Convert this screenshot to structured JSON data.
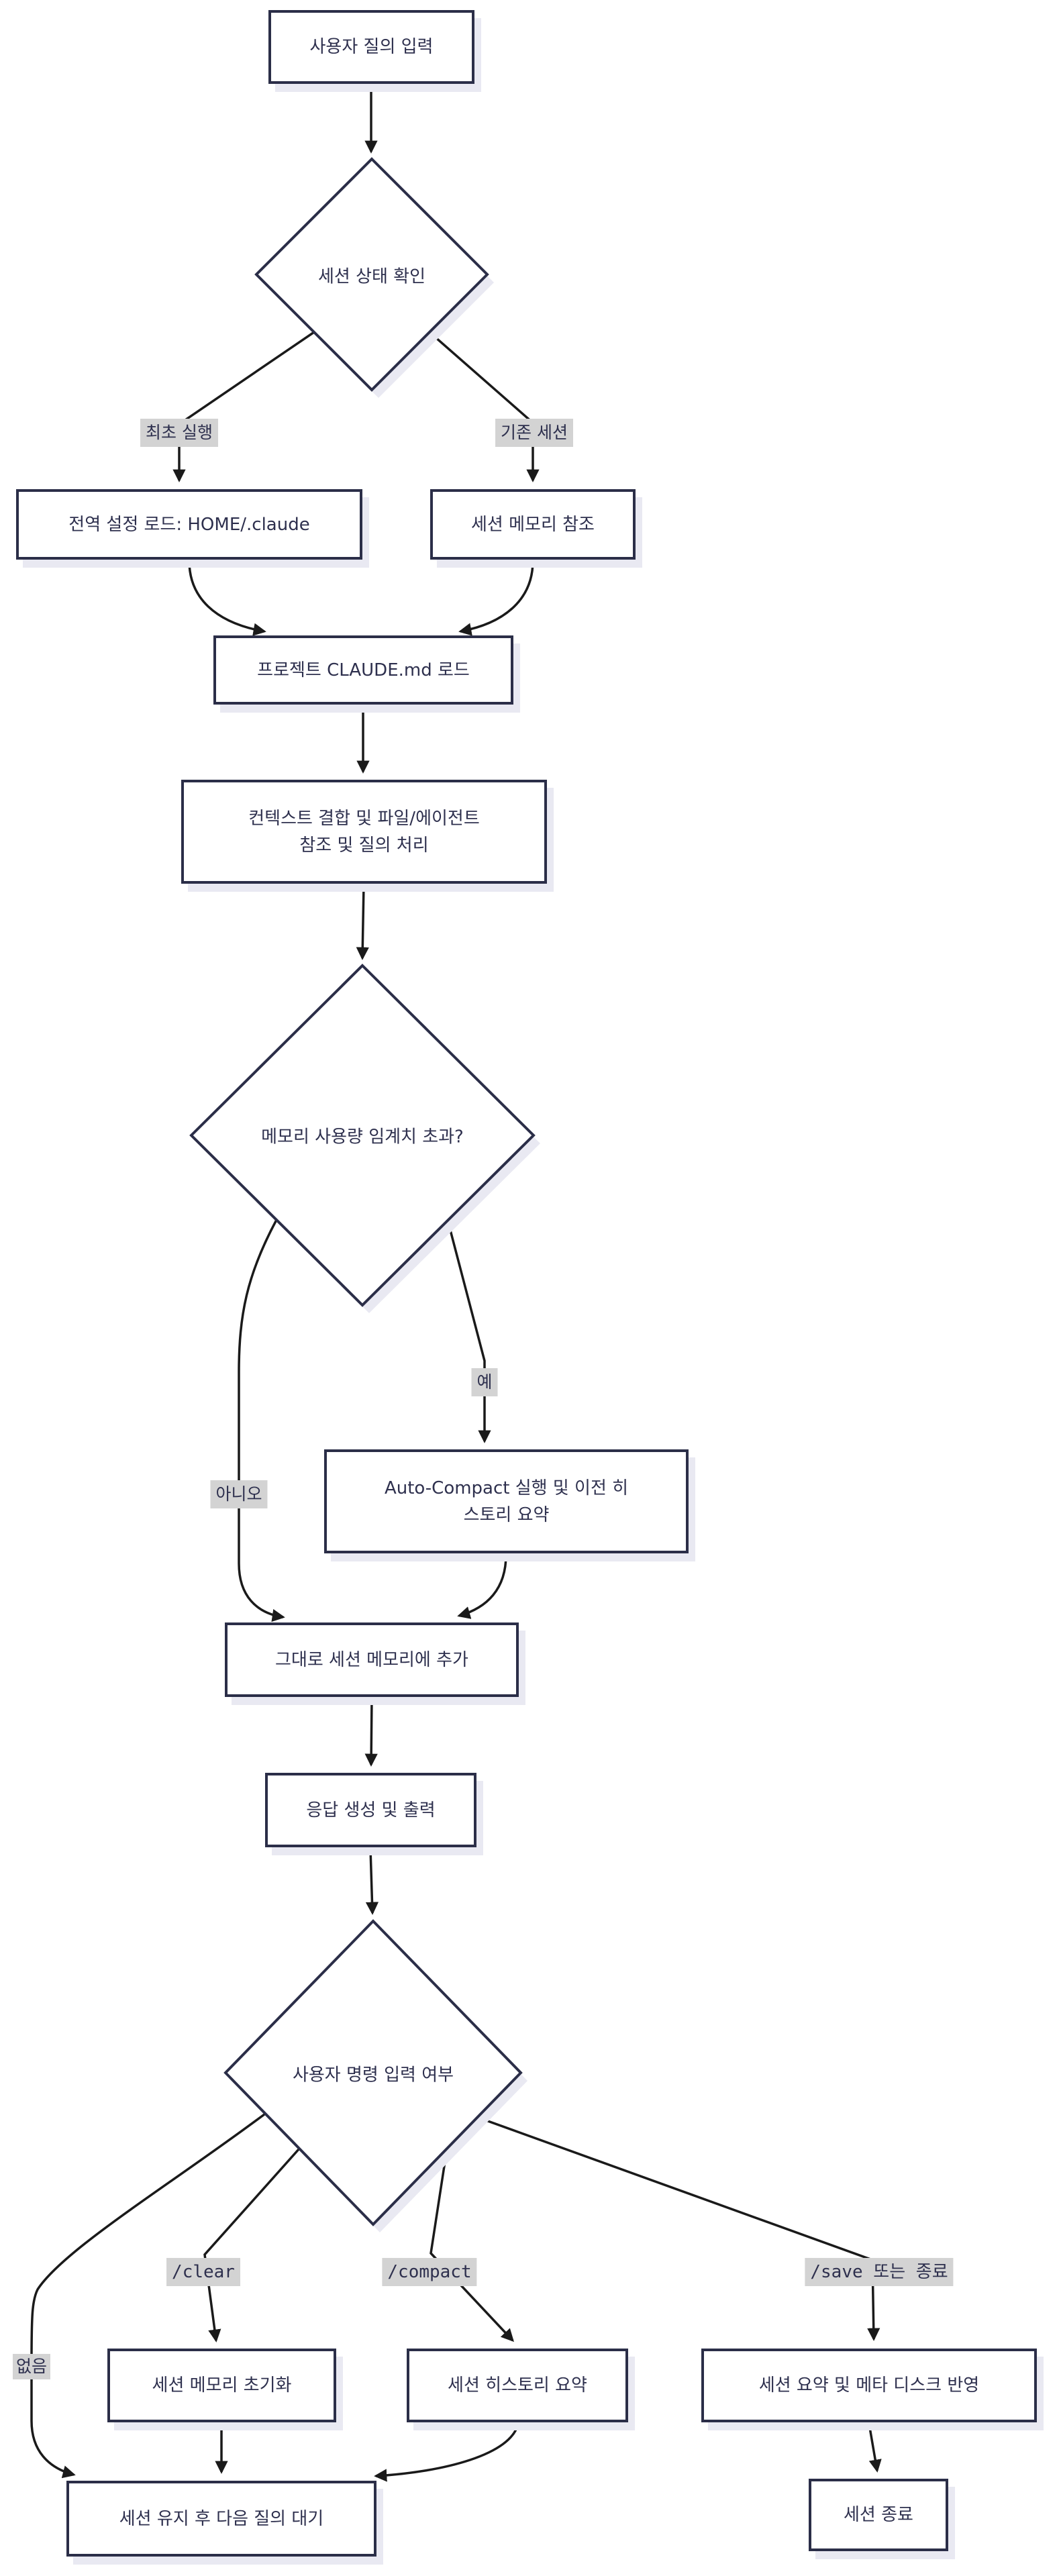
{
  "diagram": {
    "type": "flowchart",
    "direction": "top-down",
    "nodes": {
      "input": "사용자 질의 입력",
      "session_check": "세션 상태 확인",
      "global_config": "전역 설정 로드: HOME/.claude",
      "session_memory": "세션 메모리 참조",
      "claude_md": "프로젝트 CLAUDE.md 로드",
      "context": "컨텍스트 결합 및 파일/에이전트\n참조 및 질의 처리",
      "memory_check": "메모리 사용량 임계치 초과?",
      "auto_compact": "Auto-Compact 실행 및 이전 히\n스토리 요약",
      "append": "그대로 세션 메모리에 추가",
      "output": "응답 생성 및 출력",
      "command_check": "사용자 명령 입력 여부",
      "clear": "세션 메모리 초기화",
      "compact": "세션 히스토리 요약",
      "save": "세션 요약 및 메타 디스크 반영",
      "wait": "세션 유지 후 다음 질의 대기",
      "end": "세션 종료"
    },
    "edge_labels": {
      "first_run": "최초 실행",
      "existing_session": "기존 세션",
      "yes": "예",
      "no": "아니오",
      "clear_cmd": "/clear",
      "compact_cmd": "/compact",
      "save_cmd": "/save 또는 종료",
      "none": "없음"
    },
    "colors": {
      "node_fill": "#ffffff",
      "node_border": "#2b2e48",
      "text": "#2e304e",
      "edge": "#1a1a1a",
      "edge_label_bg": "#d3d3d3",
      "shadow": "#e9e9f2",
      "background": "#ffffff"
    }
  }
}
